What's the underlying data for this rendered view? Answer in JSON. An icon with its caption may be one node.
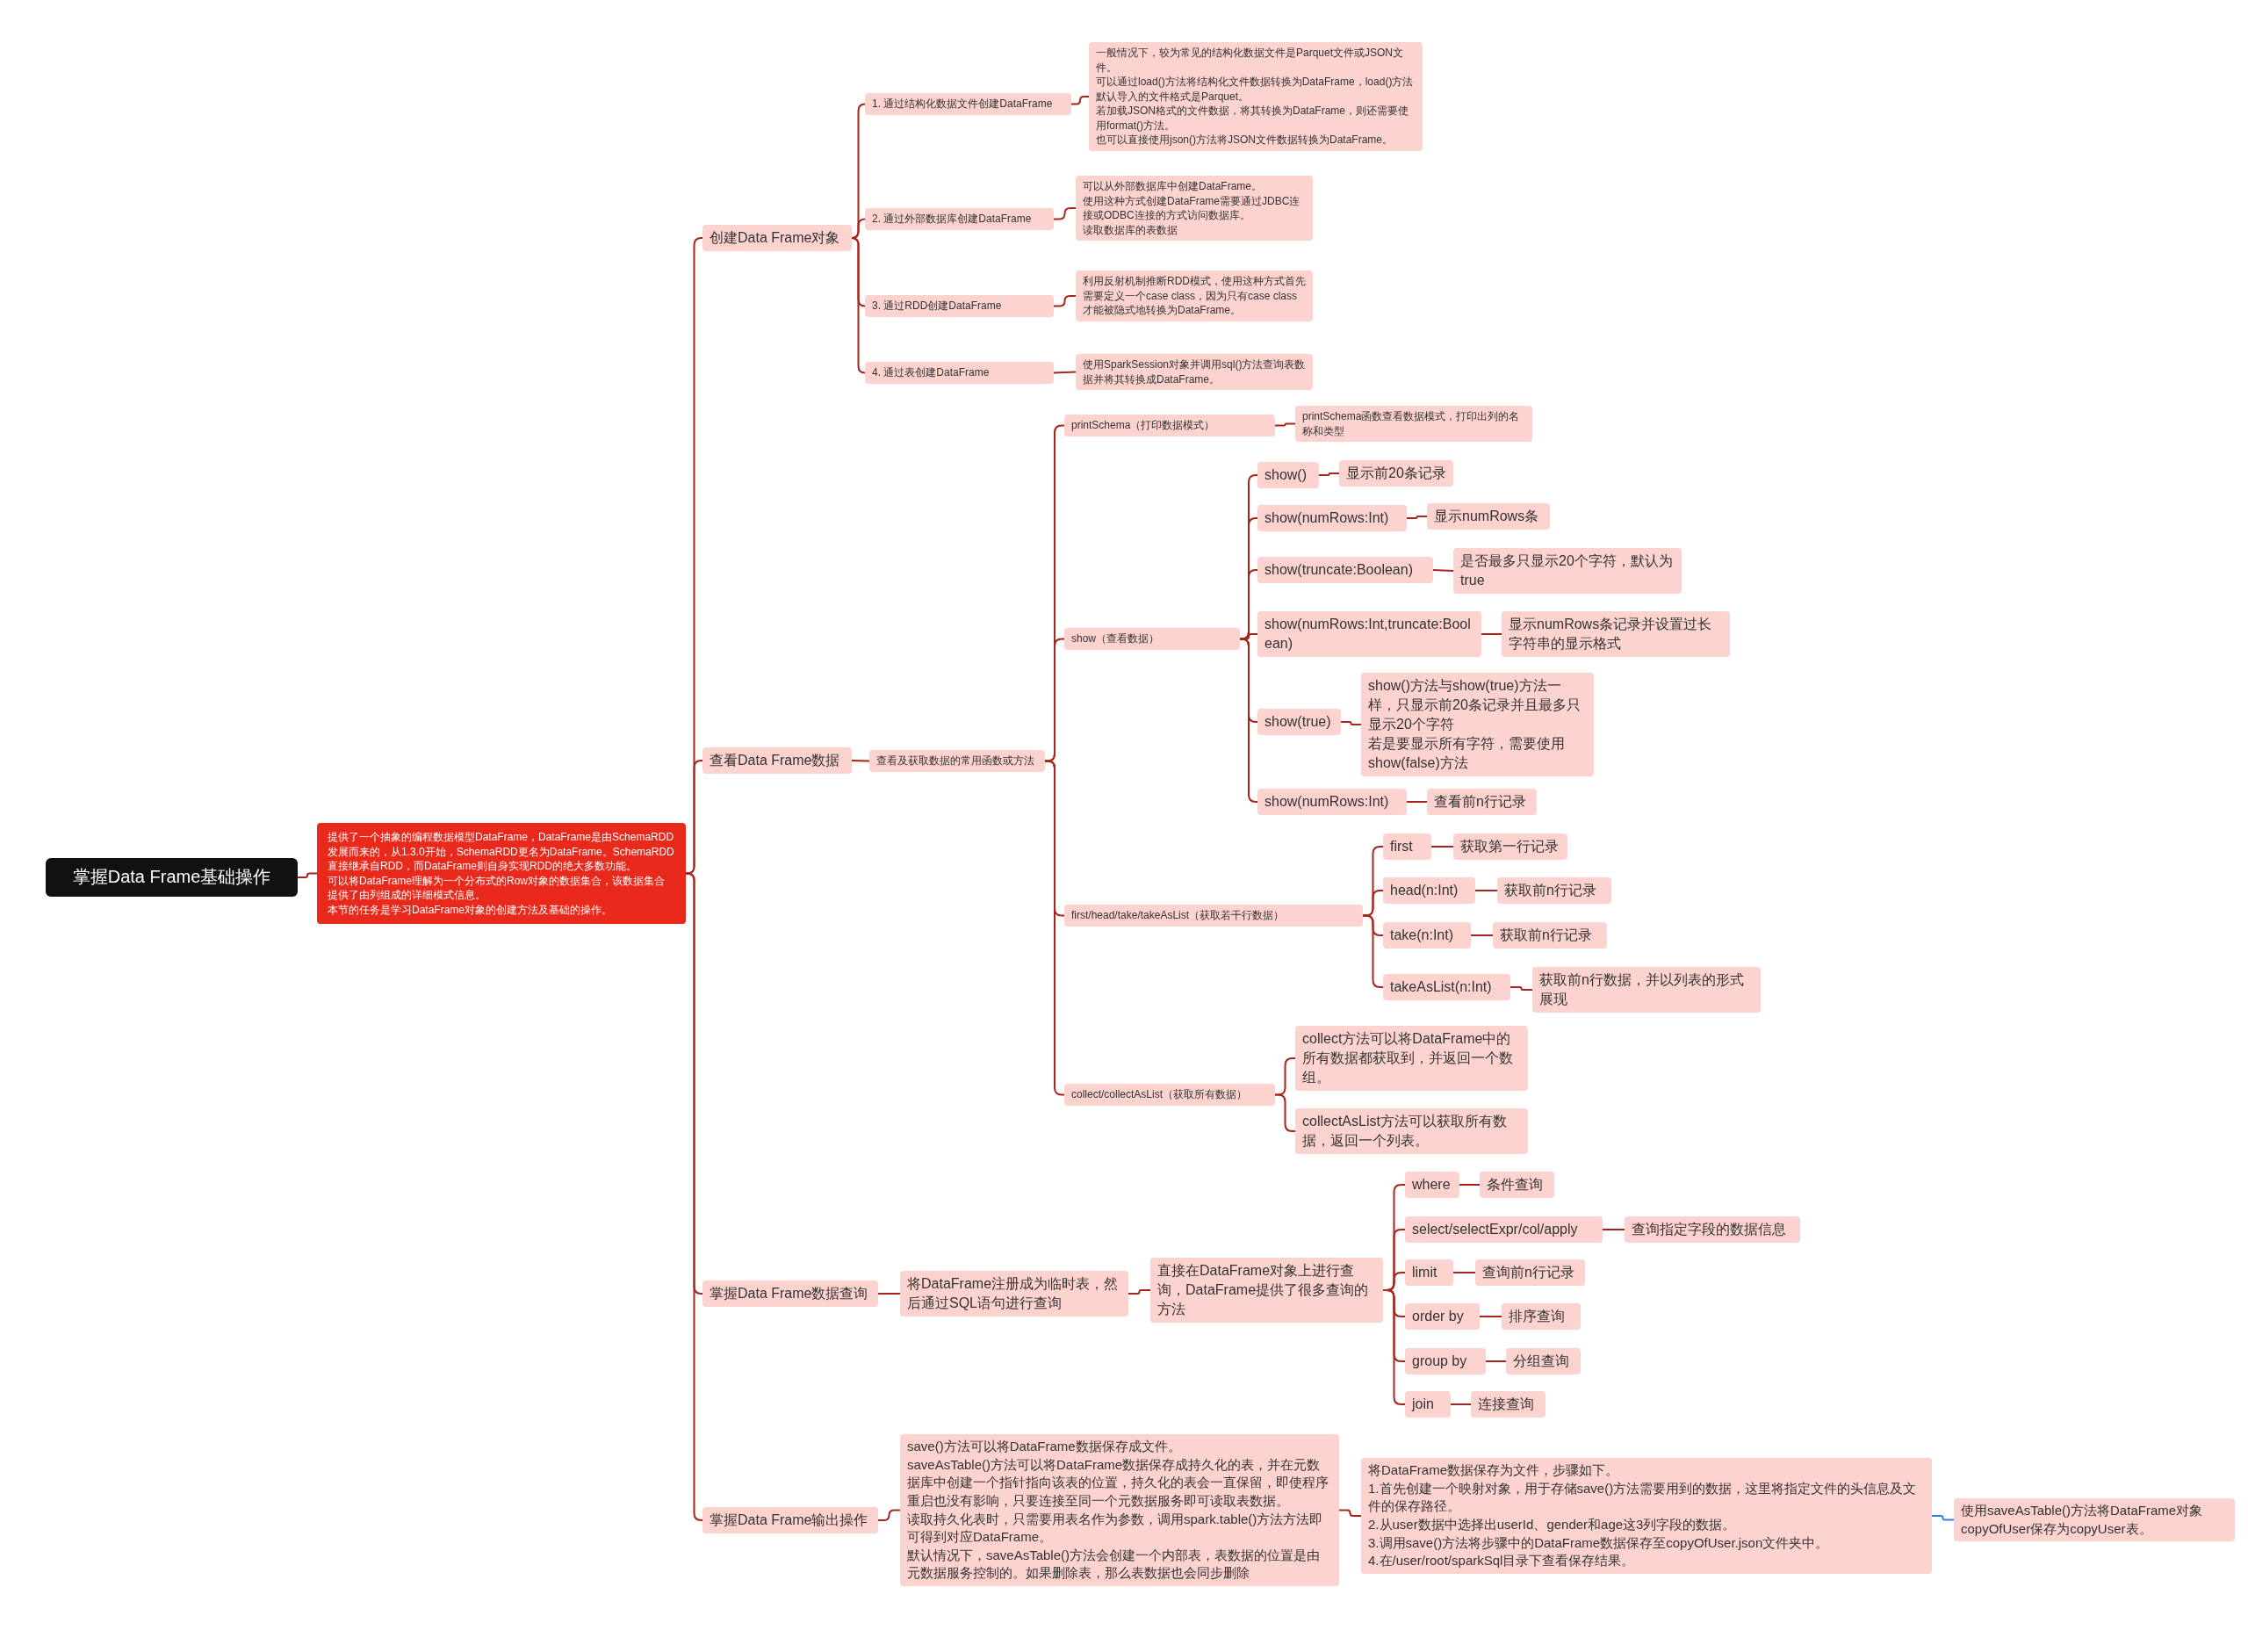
{
  "diagram": {
    "nodes": [
      {
        "text": [
          "掌握Data Frame基础操作"
        ]
      },
      {
        "text": [
          "提供了一个抽象的编程数据模型DataFrame，DataFrame是由SchemaRDD发展而来的，从1.3.0开始，SchemaRDD更名为DataFrame。SchemaRDD直接继承自RDD，而DataFrame则自身实现RDD的绝大多数功能。",
          "可以将DataFrame理解为一个分布式的Row对象的数据集合，该数据集合提供了由列组成的详细模式信息。",
          "本节的任务是学习DataFrame对象的创建方法及基础的操作。"
        ]
      },
      {
        "text": [
          "创建Data Frame对象"
        ]
      },
      {
        "text": [
          "1. 通过结构化数据文件创建DataFrame"
        ]
      },
      {
        "text": [
          "一般情况下，较为常见的结构化数据文件是Parquet文件或JSON文件。",
          "可以通过load()方法将结构化文件数据转换为DataFrame，load()方法默认导入的文件格式是Parquet。",
          "若加载JSON格式的文件数据，将其转换为DataFrame，则还需要使用format()方法。",
          "也可以直接使用json()方法将JSON文件数据转换为DataFrame。"
        ]
      },
      {
        "text": [
          "2. 通过外部数据库创建DataFrame"
        ]
      },
      {
        "text": [
          "可以从外部数据库中创建DataFrame。",
          "使用这种方式创建DataFrame需要通过JDBC连接或ODBC连接的方式访问数据库。",
          "读取数据库的表数据"
        ]
      },
      {
        "text": [
          "3. 通过RDD创建DataFrame"
        ]
      },
      {
        "text": [
          "利用反射机制推断RDD模式，使用这种方式首先需要定义一个case class，因为只有case class才能被隐式地转换为DataFrame。"
        ]
      },
      {
        "text": [
          "4. 通过表创建DataFrame"
        ]
      },
      {
        "text": [
          "使用SparkSession对象并调用sql()方法查询表数据并将其转换成DataFrame。"
        ]
      },
      {
        "text": [
          "查看Data Frame数据"
        ]
      },
      {
        "text": [
          "查看及获取数据的常用函数或方法"
        ]
      },
      {
        "text": [
          "printSchema（打印数据模式）"
        ]
      },
      {
        "text": [
          "printSchema函数查看数据模式，打印出列的名称和类型"
        ]
      },
      {
        "text": [
          "show（查看数据）"
        ]
      },
      {
        "text": [
          "show()"
        ]
      },
      {
        "text": [
          "显示前20条记录"
        ]
      },
      {
        "text": [
          "show(numRows:Int)"
        ]
      },
      {
        "text": [
          "显示numRows条"
        ]
      },
      {
        "text": [
          "show(truncate:Boolean)"
        ]
      },
      {
        "text": [
          "是否最多只显示20个字符，默认为true"
        ]
      },
      {
        "text": [
          "show(numRows:Int,truncate:Boolean)"
        ]
      },
      {
        "text": [
          "显示numRows条记录并设置过长字符串的显示格式"
        ]
      },
      {
        "text": [
          "show(true)"
        ]
      },
      {
        "text": [
          "show()方法与show(true)方法一样，只显示前20条记录并且最多只显示20个字符",
          "若是要显示所有字符，需要使用show(false)方法"
        ]
      },
      {
        "text": [
          "show(numRows:Int)"
        ]
      },
      {
        "text": [
          "查看前n行记录"
        ]
      },
      {
        "text": [
          "first/head/take/takeAsList（获取若干行数据）"
        ]
      },
      {
        "text": [
          "first"
        ]
      },
      {
        "text": [
          "获取第一行记录"
        ]
      },
      {
        "text": [
          "head(n:Int)"
        ]
      },
      {
        "text": [
          "获取前n行记录"
        ]
      },
      {
        "text": [
          "take(n:Int)"
        ]
      },
      {
        "text": [
          "获取前n行记录"
        ]
      },
      {
        "text": [
          "takeAsList(n:Int)"
        ]
      },
      {
        "text": [
          "获取前n行数据，并以列表的形式展现"
        ]
      },
      {
        "text": [
          "collect/collectAsList（获取所有数据）"
        ]
      },
      {
        "text": [
          "collect方法可以将DataFrame中的所有数据都获取到，并返回一个数组。"
        ]
      },
      {
        "text": [
          "collectAsList方法可以获取所有数据，返回一个列表。"
        ]
      },
      {
        "text": [
          "掌握Data Frame数据查询"
        ]
      },
      {
        "text": [
          "将DataFrame注册成为临时表，然后通过SQL语句进行查询"
        ]
      },
      {
        "text": [
          "直接在DataFrame对象上进行查询，DataFrame提供了很多查询的方法"
        ]
      },
      {
        "text": [
          "where"
        ]
      },
      {
        "text": [
          "条件查询"
        ]
      },
      {
        "text": [
          "select/selectExpr/col/apply"
        ]
      },
      {
        "text": [
          "查询指定字段的数据信息"
        ]
      },
      {
        "text": [
          "limit"
        ]
      },
      {
        "text": [
          "查询前n行记录"
        ]
      },
      {
        "text": [
          "order by"
        ]
      },
      {
        "text": [
          "排序查询"
        ]
      },
      {
        "text": [
          "group by"
        ]
      },
      {
        "text": [
          "分组查询"
        ]
      },
      {
        "text": [
          "join"
        ]
      },
      {
        "text": [
          "连接查询"
        ]
      },
      {
        "text": [
          "掌握Data Frame输出操作"
        ]
      },
      {
        "text": [
          "save()方法可以将DataFrame数据保存成文件。",
          "saveAsTable()方法可以将DataFrame数据保存成持久化的表，并在元数据库中创建一个指针指向该表的位置，持久化的表会一直保留，即使程序重启也没有影响，只要连接至同一个元数据服务即可读取表数据。",
          "读取持久化表时，只需要用表名作为参数，调用spark.table()方法方法即可得到对应DataFrame。",
          "默认情况下，saveAsTable()方法会创建一个内部表，表数据的位置是由元数据服务控制的。如果删除表，那么表数据也会同步删除"
        ]
      },
      {
        "text": [
          "将DataFrame数据保存为文件，步骤如下。",
          "1.首先创建一个映射对象，用于存储save()方法需要用到的数据，这里将指定文件的头信息及文件的保存路径。",
          "2.从user数据中选择出userId、gender和age这3列字段的数据。",
          "3.调用save()方法将步骤中的DataFrame数据保存至copyOfUser.json文件夹中。",
          "4.在/user/root/sparkSql目录下查看保存结果。"
        ]
      },
      {
        "text": [
          "使用saveAsTable()方法将DataFrame对象copyOfUser保存为copyUser表。"
        ]
      }
    ],
    "edges": [
      {
        "from": 0,
        "to": 1,
        "arrow": "none"
      },
      {
        "from": 1,
        "to": 2,
        "arrow": "none"
      },
      {
        "from": 2,
        "to": 3,
        "arrow": "none"
      },
      {
        "from": 3,
        "to": 4,
        "arrow": "none"
      },
      {
        "from": 2,
        "to": 5,
        "arrow": "none"
      },
      {
        "from": 5,
        "to": 6,
        "arrow": "none"
      },
      {
        "from": 2,
        "to": 7,
        "arrow": "none"
      },
      {
        "from": 7,
        "to": 8,
        "arrow": "none"
      },
      {
        "from": 2,
        "to": 9,
        "arrow": "none"
      },
      {
        "from": 9,
        "to": 10,
        "arrow": "none"
      },
      {
        "from": 1,
        "to": 11,
        "arrow": "none"
      },
      {
        "from": 11,
        "to": 12,
        "arrow": "none"
      },
      {
        "from": 12,
        "to": 13,
        "arrow": "none"
      },
      {
        "from": 13,
        "to": 14,
        "arrow": "none"
      },
      {
        "from": 12,
        "to": 15,
        "arrow": "none"
      },
      {
        "from": 15,
        "to": 16,
        "arrow": "none"
      },
      {
        "from": 16,
        "to": 17,
        "arrow": "none"
      },
      {
        "from": 15,
        "to": 18,
        "arrow": "none"
      },
      {
        "from": 18,
        "to": 19,
        "arrow": "none"
      },
      {
        "from": 15,
        "to": 20,
        "arrow": "none"
      },
      {
        "from": 20,
        "to": 21,
        "arrow": "none"
      },
      {
        "from": 15,
        "to": 22,
        "arrow": "none"
      },
      {
        "from": 22,
        "to": 23,
        "arrow": "none"
      },
      {
        "from": 15,
        "to": 24,
        "arrow": "none"
      },
      {
        "from": 24,
        "to": 25,
        "arrow": "none"
      },
      {
        "from": 15,
        "to": 26,
        "arrow": "none"
      },
      {
        "from": 26,
        "to": 27,
        "arrow": "none"
      },
      {
        "from": 12,
        "to": 28,
        "arrow": "none"
      },
      {
        "from": 28,
        "to": 29,
        "arrow": "none"
      },
      {
        "from": 29,
        "to": 30,
        "arrow": "none"
      },
      {
        "from": 28,
        "to": 31,
        "arrow": "none"
      },
      {
        "from": 31,
        "to": 32,
        "arrow": "none"
      },
      {
        "from": 28,
        "to": 33,
        "arrow": "none"
      },
      {
        "from": 33,
        "to": 34,
        "arrow": "none"
      },
      {
        "from": 28,
        "to": 35,
        "arrow": "none"
      },
      {
        "from": 35,
        "to": 36,
        "arrow": "none"
      },
      {
        "from": 12,
        "to": 37,
        "arrow": "none"
      },
      {
        "from": 37,
        "to": 38,
        "arrow": "none"
      },
      {
        "from": 37,
        "to": 39,
        "arrow": "none"
      },
      {
        "from": 1,
        "to": 40,
        "arrow": "none"
      },
      {
        "from": 40,
        "to": 41,
        "arrow": "none"
      },
      {
        "from": 41,
        "to": 42,
        "arrow": "none"
      },
      {
        "from": 42,
        "to": 43,
        "arrow": "none"
      },
      {
        "from": 43,
        "to": 44,
        "arrow": "none"
      },
      {
        "from": 42,
        "to": 45,
        "arrow": "none"
      },
      {
        "from": 45,
        "to": 46,
        "arrow": "none"
      },
      {
        "from": 42,
        "to": 47,
        "arrow": "none"
      },
      {
        "from": 47,
        "to": 48,
        "arrow": "none"
      },
      {
        "from": 42,
        "to": 49,
        "arrow": "none"
      },
      {
        "from": 49,
        "to": 50,
        "arrow": "none"
      },
      {
        "from": 42,
        "to": 51,
        "arrow": "none"
      },
      {
        "from": 51,
        "to": 52,
        "arrow": "none"
      },
      {
        "from": 42,
        "to": 53,
        "arrow": "none"
      },
      {
        "from": 53,
        "to": 54,
        "arrow": "none"
      },
      {
        "from": 1,
        "to": 55,
        "arrow": "none"
      },
      {
        "from": 55,
        "to": 56,
        "arrow": "none"
      },
      {
        "from": 56,
        "to": 57,
        "arrow": "none"
      },
      {
        "from": 57,
        "to": 58,
        "arrow": "none",
        "color": "#3b7dd8"
      }
    ]
  }
}
